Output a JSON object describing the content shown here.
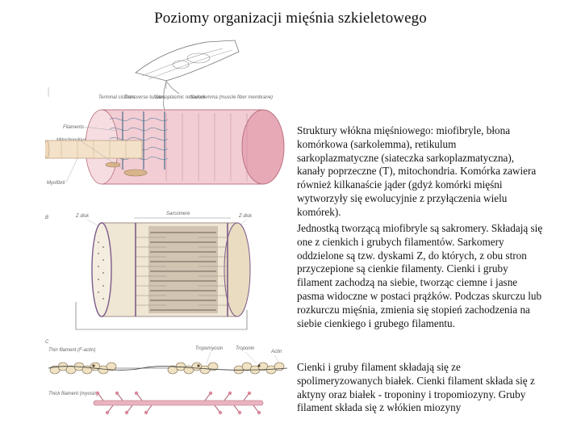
{
  "title": "Poziomy organizacji mięśnia szkieletowego",
  "paragraphs": [
    "Struktury włókna mięśniowego: miofibryle, błona komórkowa (sarkolemma), retikulum sarkoplazmatyczne (siateczka sarkoplazmatyczna), kanały poprzeczne (T), mitochondria. Komórka zawiera również kilkanaście jąder (gdyż komórki mięśni wytworzyły się ewolucyjnie z przyłączenia wielu komórek).",
    "Jednostką tworzącą miofibryle są sakromery. Składają się one z cienkich i grubych filamentów. Sarkomery oddzielone są tzw. dyskami Z, do których, z obu stron przyczepione są cienkie filamenty. Cienki i gruby filament zachodzą na siebie, tworząc ciemne i jasne pasma widoczne w postaci prążków. Podczas skurczu lub rozkurczu mięśnia, zmienia się stopień zachodzenia na siebie cienkiego i grubego filamentu.",
    "Cienki i gruby filament składają się ze spolimeryzowanych białek. Cienki filament składa się z aktyny oraz białek - troponiny i tropomiozyny. Gruby filament składa się z włókien miozyny"
  ],
  "figure": {
    "labels_a": {
      "terminal": "Terminal cisterns",
      "transverse": "Transverse tubules",
      "sarcoplasmic": "Sarcoplasmic reticulum",
      "sarcolemma": "Sarcolemma (muscle fiber membrane)",
      "filaments": "Filaments",
      "mitochondrion": "Mitochondrion",
      "myofibril": "Myofibril"
    },
    "labels_b": {
      "panel": "B",
      "zdisk_left": "Z disk",
      "sarcomere": "Sarcomere",
      "zdisk_right": "Z disk"
    },
    "labels_c": {
      "panel": "C",
      "thin": "Thin filament (F-actin)",
      "tropomyosin": "Tropomyosin",
      "troponin": "Troponin",
      "actin": "Actin",
      "thick": "Thick filament (myosin)"
    }
  }
}
